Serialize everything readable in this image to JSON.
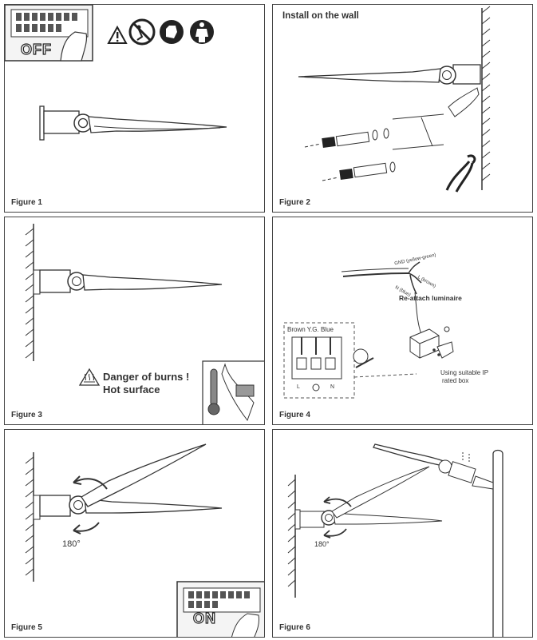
{
  "figures": [
    {
      "caption": "Figure 1",
      "switch_label": "OFF"
    },
    {
      "caption": "Figure 2",
      "title": "Install on the wall"
    },
    {
      "caption": "Figure 3",
      "warning_line1": "Danger of burns !",
      "warning_line2": "Hot surface"
    },
    {
      "caption": "Figure 4",
      "wire_gnd": "GND (yellow-green)",
      "wire_l": "L (brown)",
      "wire_n": "N (blue)",
      "reattach": "Re-attach luminaire",
      "terminal_header": "Brown Y.G. Blue",
      "terminal_l": "L",
      "terminal_n": "N",
      "box_note_line1": "Using suitable IP",
      "box_note_line2": "rated box"
    },
    {
      "caption": "Figure 5",
      "angle_label": "180°",
      "switch_label": "ON"
    },
    {
      "caption": "Figure 6",
      "angle_label": "180°"
    }
  ],
  "colors": {
    "line": "#333333",
    "fill_dark": "#222222",
    "fill_light": "#f2f2f2"
  }
}
